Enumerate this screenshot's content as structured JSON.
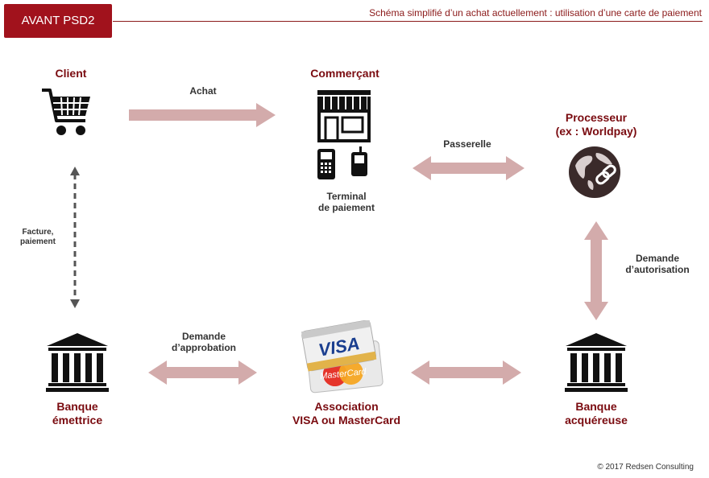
{
  "header": {
    "badge": "AVANT PSD2",
    "title": "Schéma simplifié d’un achat actuellement : utilisation d’une carte de paiement"
  },
  "nodes": {
    "client": {
      "label": "Client",
      "icon": "shopping-cart-icon"
    },
    "commercant": {
      "label": "Commerçant",
      "icon": "storefront-icon",
      "terminal_line1": "Terminal",
      "terminal_line2": "de paiement"
    },
    "processeur": {
      "line1": "Processeur",
      "line2": "(ex : Worldpay)",
      "icon": "globe-link-icon"
    },
    "banque_emettrice": {
      "line1": "Banque",
      "line2": "émettrice",
      "icon": "bank-icon"
    },
    "association": {
      "line1": "Association",
      "line2": "VISA ou MasterCard",
      "visa_text": "VISA",
      "mastercard_text": "MasterCard"
    },
    "banque_acquereuse": {
      "line1": "Banque",
      "line2": "acquéreuse",
      "icon": "bank-icon"
    }
  },
  "edges": {
    "achat": "Achat",
    "passerelle": "Passerelle",
    "facture_line1": "Facture,",
    "facture_line2": "paiement",
    "autorisation_line1": "Demande",
    "autorisation_line2": "d’autorisation",
    "approbation_line1": "Demande",
    "approbation_line2": "d’approbation"
  },
  "colors": {
    "brand": "#a1121c",
    "label": "#7a0b10",
    "arrow": "#d3abab",
    "dashed": "#555555"
  },
  "footer": "© 2017 Redsen Consulting"
}
